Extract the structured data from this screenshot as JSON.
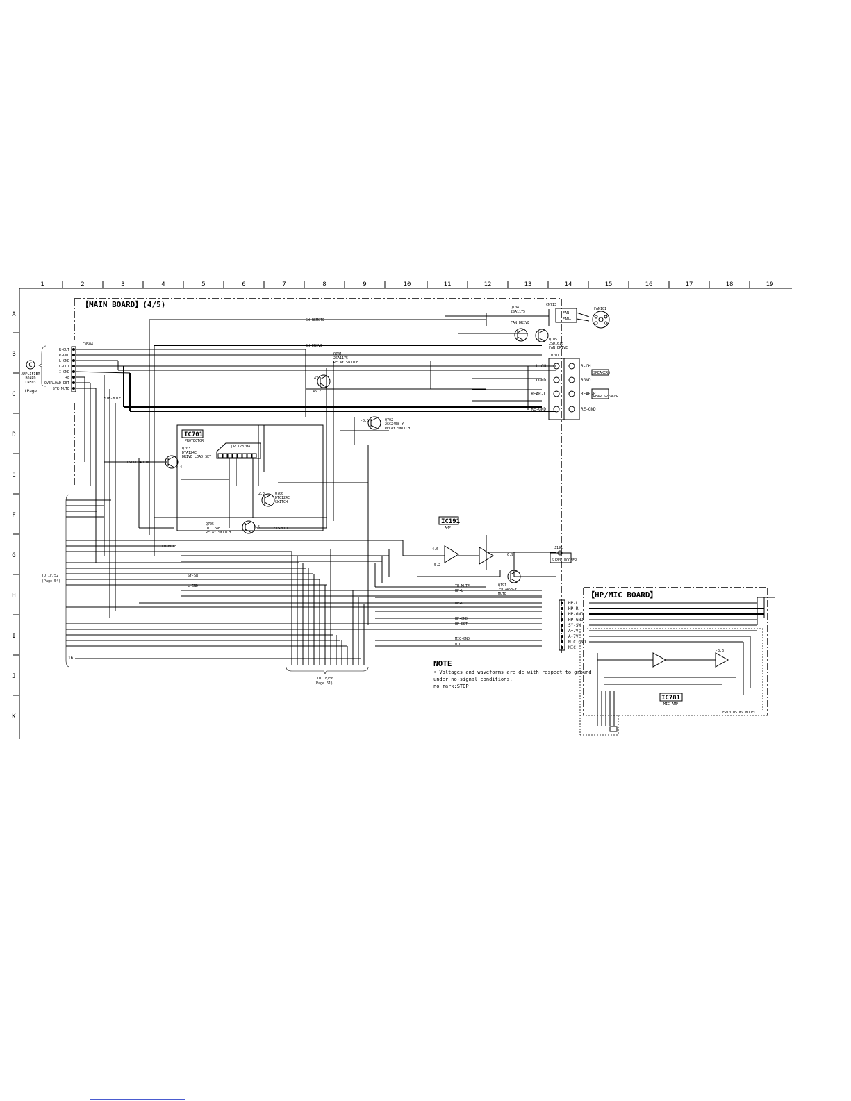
{
  "grid": {
    "columns": [
      "1",
      "2",
      "3",
      "4",
      "5",
      "6",
      "7",
      "8",
      "9",
      "10",
      "11",
      "12",
      "13",
      "14",
      "15",
      "16",
      "17",
      "18",
      "19"
    ],
    "rows": [
      "A",
      "B",
      "C",
      "D",
      "E",
      "F",
      "G",
      "H",
      "I",
      "J",
      "K"
    ]
  },
  "main_board": {
    "title": "【MAIN BOARD】(4/5)"
  },
  "hp_mic_board": {
    "title": "【HP/MIC BOARD】",
    "model_note": "FR10:US,KV MODEL"
  },
  "connector_c": {
    "symbol": "C",
    "lines": [
      "AMPLIFIER",
      "BOARD",
      "CN503",
      "(Page"
    ],
    "pins": [
      "R-OUT",
      "R-GND",
      "L-GND",
      "L-OUT",
      "I-GND",
      "+8",
      "OVERLOAD DET",
      "STK-MUTE"
    ],
    "ref": "CN504"
  },
  "ic701": {
    "label": "IC701",
    "function": "PROTECTOR",
    "part": "μPC1237HA"
  },
  "ic191": {
    "label": "IC191",
    "function": "AMP"
  },
  "ic781": {
    "label": "IC781",
    "function": "MIC AMP"
  },
  "transistors": [
    {
      "ref": "Q701",
      "name": "2SA1175",
      "function": "RELAY SWITCH"
    },
    {
      "ref": "Q702",
      "name": "2SC2458-Y",
      "function": "RELAY SWITCH"
    },
    {
      "ref": "Q703",
      "name": "DTA124E",
      "function": "DRIVE LOAD SET"
    },
    {
      "ref": "Q705",
      "name": "DTC124E",
      "function": "RELAY SWITCH"
    },
    {
      "ref": "Q706",
      "name": "DTC124E",
      "function": "SWITCH"
    },
    {
      "ref": "Q104",
      "name": "2SA1175",
      "function": "FAN DRIVE"
    },
    {
      "ref": "Q105",
      "name": "2SD1616",
      "function": "FAN DRIVE"
    },
    {
      "ref": "Q191",
      "name": "2SC2458-Y",
      "function": "MUTE"
    }
  ],
  "speaker_terminal": {
    "ref": "TM701",
    "left": [
      "L-CH",
      "LGND",
      "REAR-L",
      "RE-GND"
    ],
    "right": [
      "R-CH",
      "RGND",
      "REAR-R",
      "RE-GND"
    ],
    "labels": [
      "SPEAKERS",
      "REAR SPEAKER"
    ]
  },
  "fan": {
    "ref": "FAN101",
    "pins": [
      "FAN-",
      "FAN+"
    ],
    "connector": "CN713"
  },
  "super_woofer": {
    "jack": "J191",
    "label": "SUPER WOOFER"
  },
  "cn106_pins": [
    "HP-L",
    "HP-R",
    "HP-GND",
    "HP-GND",
    "SY-SW",
    "A+7V",
    "A-7V",
    "MIC.GND",
    "MIC"
  ],
  "to_boards": [
    {
      "lines": [
        "TO IF/52",
        "(Page 54)"
      ]
    },
    {
      "lines": [
        "TO IF/56",
        "(Page 61)"
      ]
    }
  ],
  "note": {
    "title": "NOTE",
    "lines": [
      "• Voltages and waveforms are dc with respect to ground",
      "  under no-signal conditions.",
      "  no mark:STOP"
    ]
  },
  "signal_labels": [
    "SW REMOTE",
    "SW DRIVE",
    "OVERLOAD DET",
    "SP-MUTE",
    "FM-MUTE",
    "TU-MUTE",
    "L-GND",
    "HP-L",
    "HP-R",
    "HP-GND",
    "HP-DET",
    "MIC-GND",
    "MIC",
    "SY-SW",
    "STK-MUTE"
  ],
  "pin_count": "16",
  "voltages": [
    "-0.5",
    "0",
    "47",
    "46.2",
    "0.5",
    "-0.4",
    "4.6",
    "-5.2",
    "2.3",
    "6.9",
    "-8.8"
  ]
}
